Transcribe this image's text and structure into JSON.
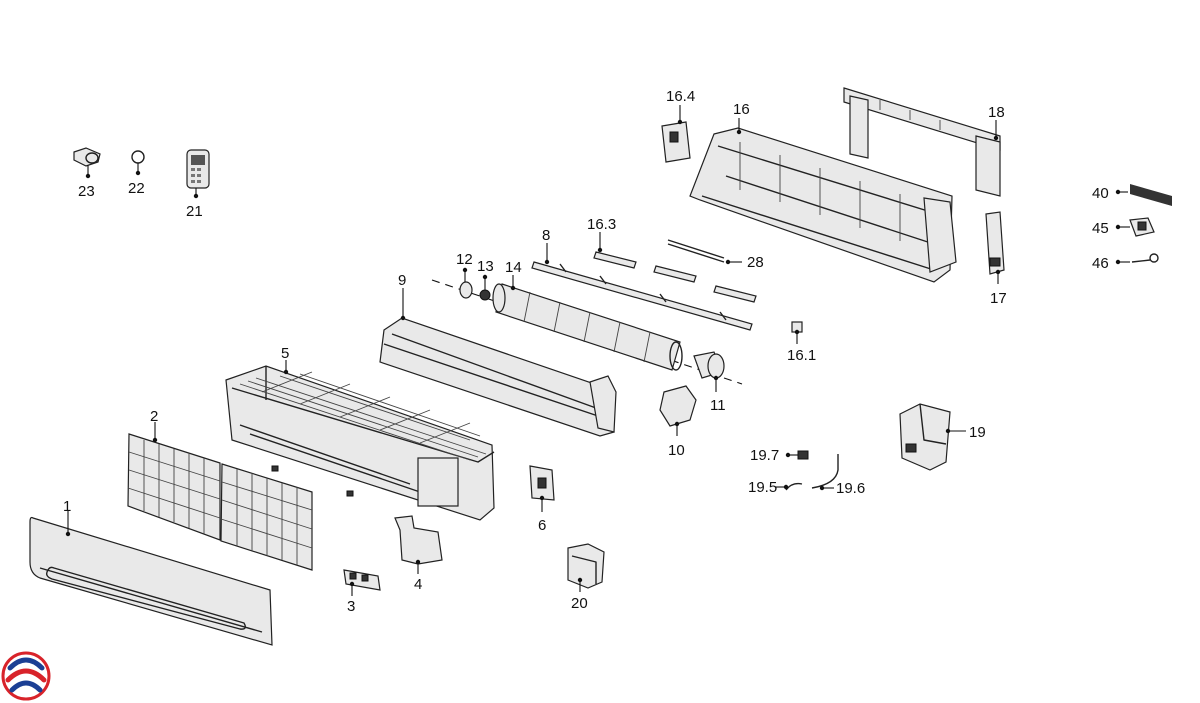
{
  "diagram": {
    "type": "exploded-parts-view",
    "labels": {
      "p1": "1",
      "p2": "2",
      "p3": "3",
      "p4": "4",
      "p5": "5",
      "p6": "6",
      "p8": "8",
      "p9": "9",
      "p10": "10",
      "p11": "11",
      "p12": "12",
      "p13": "13",
      "p14": "14",
      "p16": "16",
      "p16_1": "16.1",
      "p16_3": "16.3",
      "p16_4": "16.4",
      "p17": "17",
      "p18": "18",
      "p19": "19",
      "p19_5": "19.5",
      "p19_6": "19.6",
      "p19_7": "19.7",
      "p20": "20",
      "p21": "21",
      "p22": "22",
      "p23": "23",
      "p28": "28",
      "p40": "40",
      "p45": "45",
      "p46": "46"
    },
    "logo": {
      "colors": [
        "#d8232a",
        "#1b3f94"
      ],
      "icon": "brand-swirl-logo"
    }
  }
}
